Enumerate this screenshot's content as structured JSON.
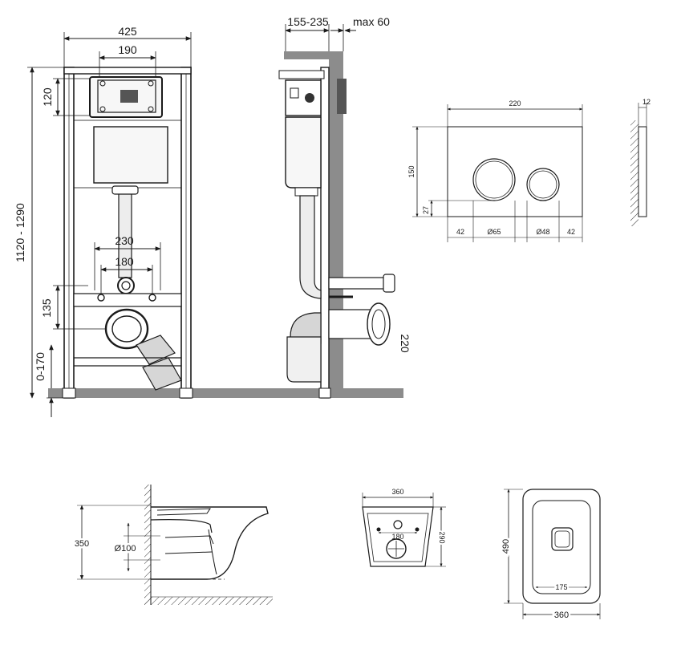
{
  "frame_front": {
    "width_total": "425",
    "width_plate": "190",
    "height_range": "1120 - 1290",
    "plate_offset": "120",
    "bolt_spacing_outer": "230",
    "bolt_spacing_inner": "180",
    "bolt_height": "135",
    "floor_offset": "0-170"
  },
  "frame_side": {
    "depth_range": "155-235",
    "max_wall": "max 60",
    "cut_label": "220"
  },
  "flush_plate": {
    "width": "220",
    "thickness": "12",
    "height": "150",
    "bottom_offset": "27",
    "edge_left": "42",
    "button_large": "Ø65",
    "button_small": "Ø48",
    "edge_right": "42"
  },
  "bowl_side": {
    "height": "350",
    "outlet": "Ø100"
  },
  "bowl_back": {
    "width": "360",
    "bolt_spacing": "180",
    "height": "290"
  },
  "bowl_top": {
    "length": "490",
    "inner_width": "175",
    "width": "360"
  },
  "colors": {
    "line": "#1a1a1a",
    "fill_light": "#efefef",
    "fill_mid": "#d6d6d6",
    "fill_dark": "#9a9a9a",
    "wall_gray": "#8c8c8c"
  }
}
